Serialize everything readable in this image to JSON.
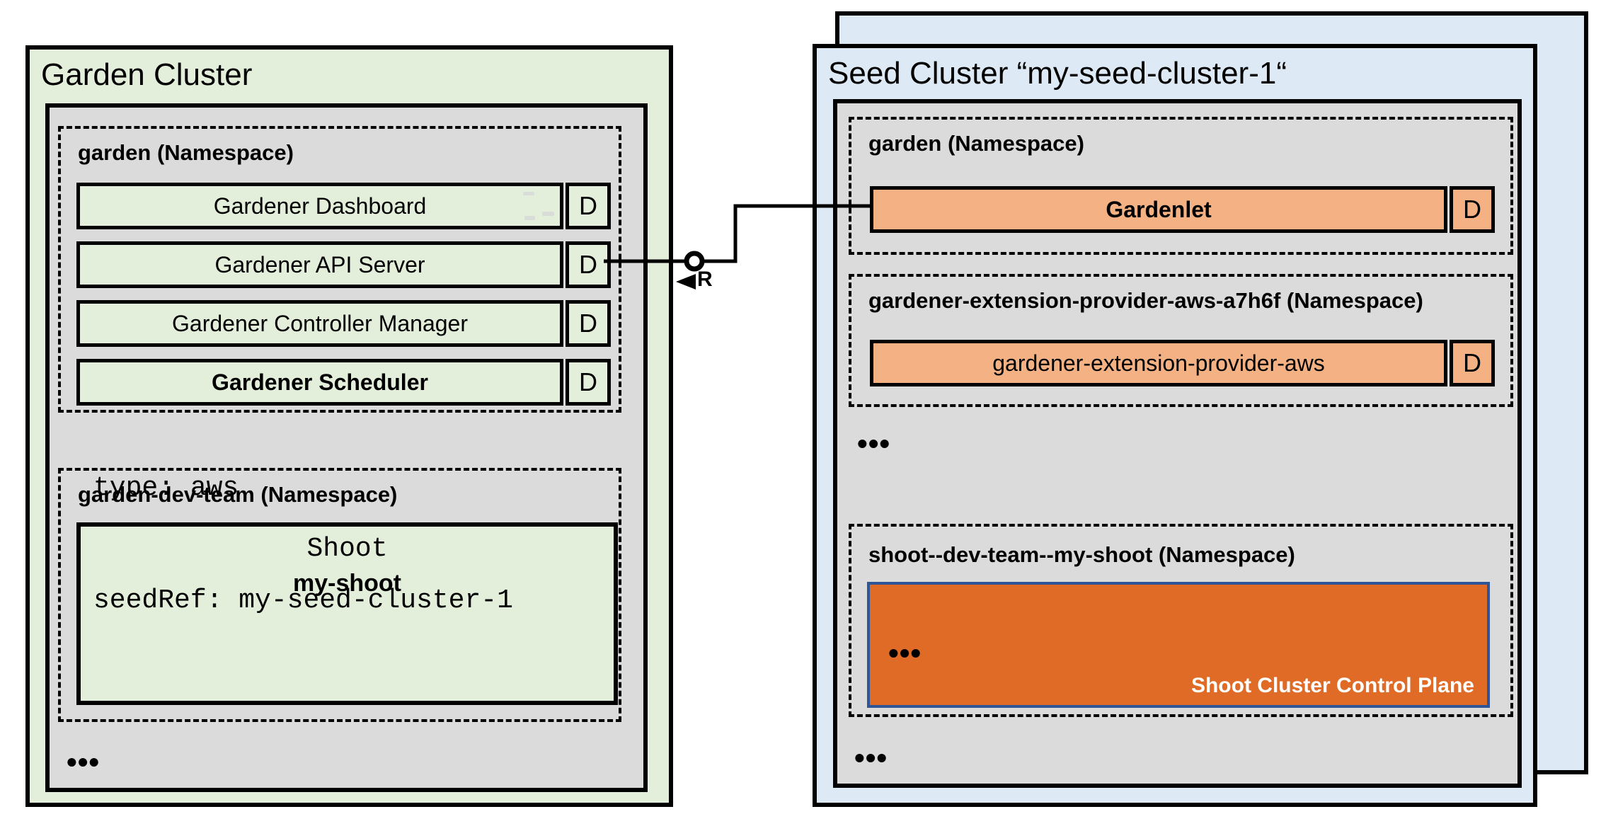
{
  "garden_cluster": {
    "title": "Garden Cluster",
    "namespace_garden": {
      "label": "garden (Namespace)",
      "components": [
        {
          "name": "Gardener Dashboard",
          "badge": "D"
        },
        {
          "name": "Gardener API Server",
          "badge": "D"
        },
        {
          "name": "Gardener Controller Manager",
          "badge": "D"
        },
        {
          "name": "Gardener Scheduler",
          "badge": "D"
        }
      ]
    },
    "namespace_dev_team": {
      "label": "garden-dev-team (Namespace)",
      "shoot": {
        "kind": "Shoot",
        "name": "my-shoot",
        "spec_line_1": "type: aws",
        "spec_line_2": "seedRef: my-seed-cluster-1"
      }
    },
    "ellipsis": "•••"
  },
  "connector": {
    "interface_label": "R"
  },
  "seed_cluster": {
    "title": "Seed Cluster “my-seed-cluster-1“",
    "namespace_garden": {
      "label": "garden (Namespace)",
      "components": [
        {
          "name": "Gardenlet",
          "badge": "D"
        }
      ]
    },
    "namespace_extension": {
      "label": "gardener-extension-provider-aws-a7h6f (Namespace)",
      "components": [
        {
          "name": "gardener-extension-provider-aws",
          "badge": "D"
        }
      ]
    },
    "ellipsis_1": "•••",
    "namespace_shoot": {
      "label": "shoot--dev-team--my-shoot (Namespace)",
      "control_plane": {
        "ellipsis": "•••",
        "label": "Shoot Cluster Control Plane"
      }
    },
    "ellipsis_2": "•••"
  },
  "colors": {
    "green_fill": "#E3EFDA",
    "gray_fill": "#DBDBDB",
    "blue_fill": "#DEE9F6",
    "orange_fill": "#F4B183",
    "dark_orange_fill": "#DF6B26",
    "control_plane_border": "#2F5597"
  }
}
